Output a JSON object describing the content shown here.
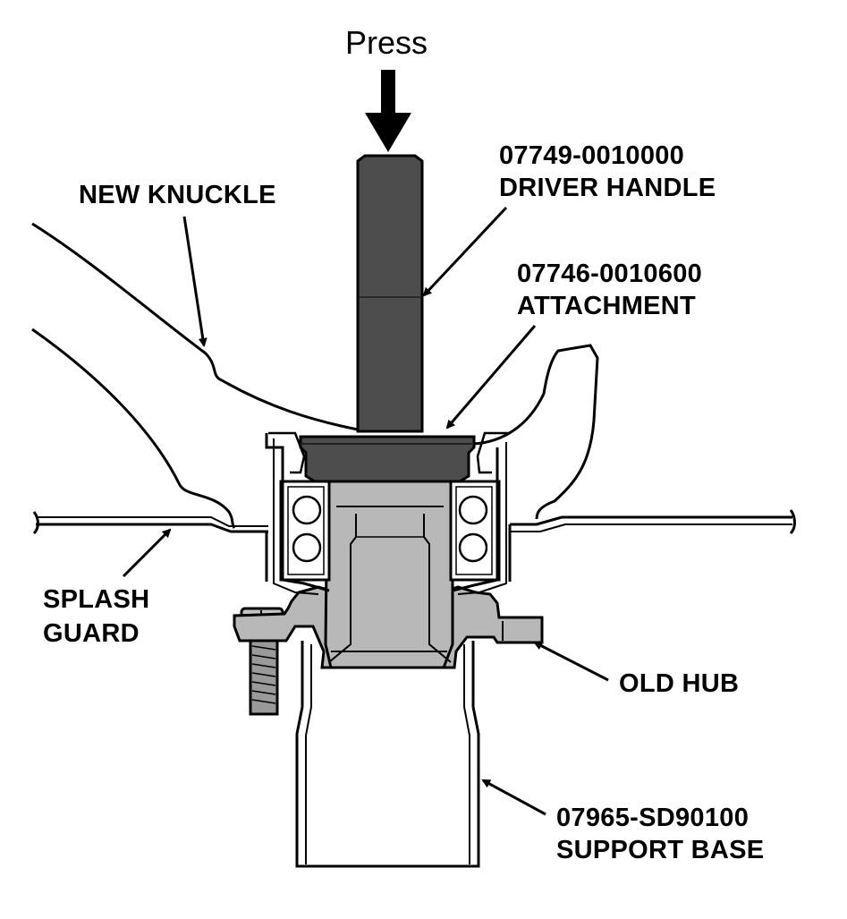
{
  "labels": {
    "press": "Press",
    "new_knuckle": "NEW KNUCKLE",
    "driver_handle_part": "07749-0010000",
    "driver_handle_name": "DRIVER HANDLE",
    "attachment_part": "07746-0010600",
    "attachment_name": "ATTACHMENT",
    "splash_guard_line1": "SPLASH",
    "splash_guard_line2": "GUARD",
    "old_hub": "OLD HUB",
    "support_base_part": "07965-SD90100",
    "support_base_name": "SUPPORT BASE"
  },
  "colors": {
    "tool_dark": "#4d4d4d",
    "hub_gray": "#b8b8b8",
    "hub_inner": "#a6a6a6",
    "outline": "#000000",
    "background": "#ffffff"
  }
}
